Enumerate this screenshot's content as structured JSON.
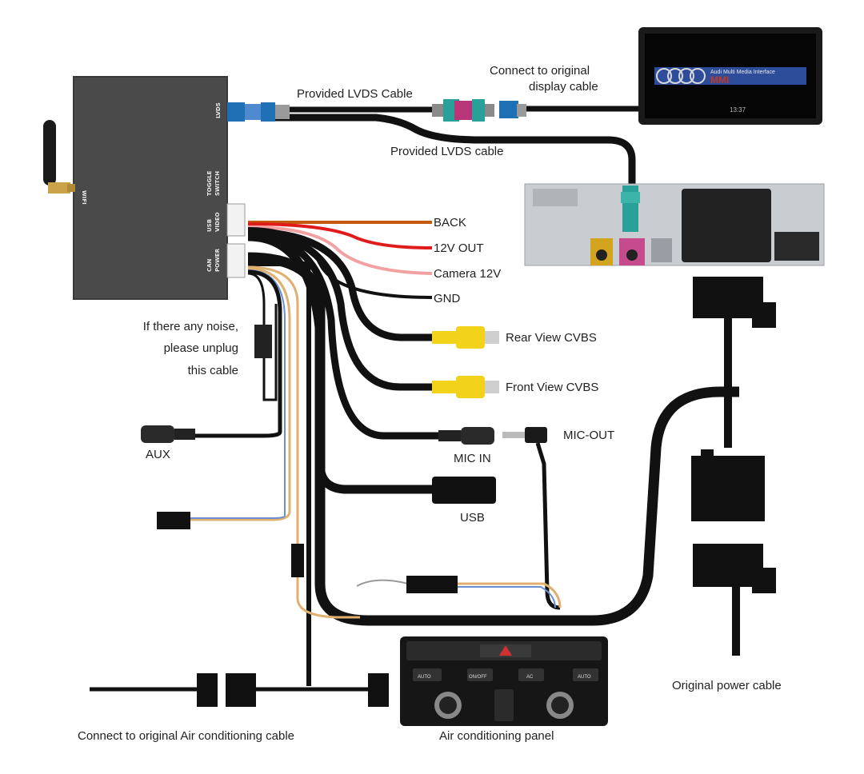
{
  "box": {
    "wifi": "WIFI",
    "lvds": "LVDS",
    "toggle_1": "TOGGLE",
    "toggle_2": "SWITCH",
    "usb_1": "USB",
    "usb_2": "VIDEO",
    "can_1": "CAN",
    "can_2": "POWER"
  },
  "screen": {
    "brand_line": "Audi Multi Media Interface",
    "mmi": "MMI",
    "clock": "13:37"
  },
  "labels": {
    "provided_lvds_cable_top": "Provided LVDS Cable",
    "connect_display_1": "Connect to original",
    "connect_display_2": "display cable",
    "provided_lvds_cable_mid": "Provided LVDS cable",
    "back": "BACK",
    "out_12v": "12V OUT",
    "camera_12v": "Camera 12V",
    "gnd": "GND",
    "rear_view": "Rear View CVBS",
    "front_view": "Front View CVBS",
    "mic_out": "MIC-OUT",
    "mic_in": "MIC IN",
    "usb": "USB",
    "aux": "AUX",
    "noise_1": "If there any noise,",
    "noise_2": "please unplug",
    "noise_3": "this cable",
    "original_power": "Original power cable",
    "connect_ac": "Connect to original Air conditioning cable",
    "ac_panel": "Air conditioning panel"
  },
  "panel": {
    "auto_left": "AUTO",
    "on_off": "ON/OFF",
    "ac": "AC",
    "auto_right": "AUTO"
  },
  "colors": {
    "box": "#4a4a4a",
    "lvds_blue": "#1f6fb5",
    "fakra_pink": "#b8357a",
    "fakra_teal": "#2aa198",
    "wire_back": "#c45a10",
    "wire_12v": "#e01b1b",
    "wire_camera": "#f2a0a0",
    "rca_yellow": "#f3d21a",
    "cable_black": "#0a0a0a"
  }
}
